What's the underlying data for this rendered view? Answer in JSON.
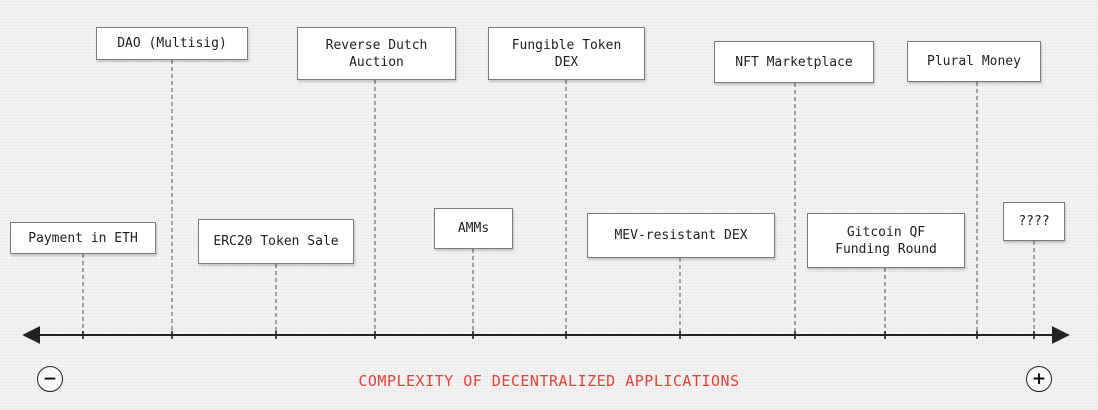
{
  "colors": {
    "axis_label": "#e8403a",
    "line": "#222222",
    "connector": "#777777",
    "box_border": "#7a7a7a",
    "background": "#f3f3f3"
  },
  "axis": {
    "label": "COMPLEXITY OF DECENTRALIZED APPLICATIONS",
    "min_symbol": "−",
    "max_symbol": "+"
  },
  "items": [
    {
      "label": "Payment in ETH",
      "row": "lower"
    },
    {
      "label": "DAO (Multisig)",
      "row": "upper"
    },
    {
      "label": "ERC20 Token Sale",
      "row": "lower"
    },
    {
      "label": "Reverse Dutch\nAuction",
      "row": "upper"
    },
    {
      "label": "AMMs",
      "row": "lower"
    },
    {
      "label": "Fungible Token\nDEX",
      "row": "upper"
    },
    {
      "label": "MEV-resistant DEX",
      "row": "lower"
    },
    {
      "label": "NFT Marketplace",
      "row": "upper"
    },
    {
      "label": "Gitcoin QF\nFunding Round",
      "row": "lower"
    },
    {
      "label": "Plural Money",
      "row": "upper"
    },
    {
      "label": "????",
      "row": "lower"
    }
  ]
}
